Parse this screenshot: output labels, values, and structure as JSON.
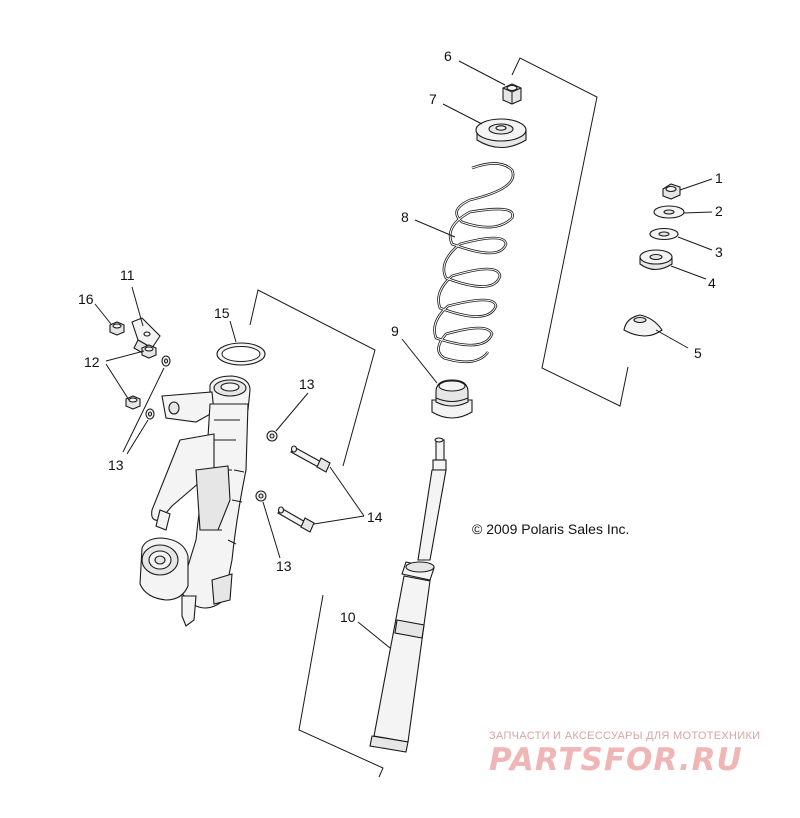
{
  "diagram": {
    "copyright": "© 2009 Polaris Sales Inc.",
    "labels": {
      "p1": "1",
      "p2": "2",
      "p3": "3",
      "p4": "4",
      "p5": "5",
      "p6": "6",
      "p7": "7",
      "p8": "8",
      "p9": "9",
      "p10": "10",
      "p11": "11",
      "p12": "12",
      "p13a": "13",
      "p13b": "13",
      "p13c": "13",
      "p14": "14",
      "p15": "15",
      "p16": "16"
    }
  },
  "watermark": {
    "caption": "ЗАПЧАСТИ И АКСЕССУАРЫ ДЛЯ МОТОТЕХНИКИ",
    "brand": "PARTSFOR.RU"
  }
}
